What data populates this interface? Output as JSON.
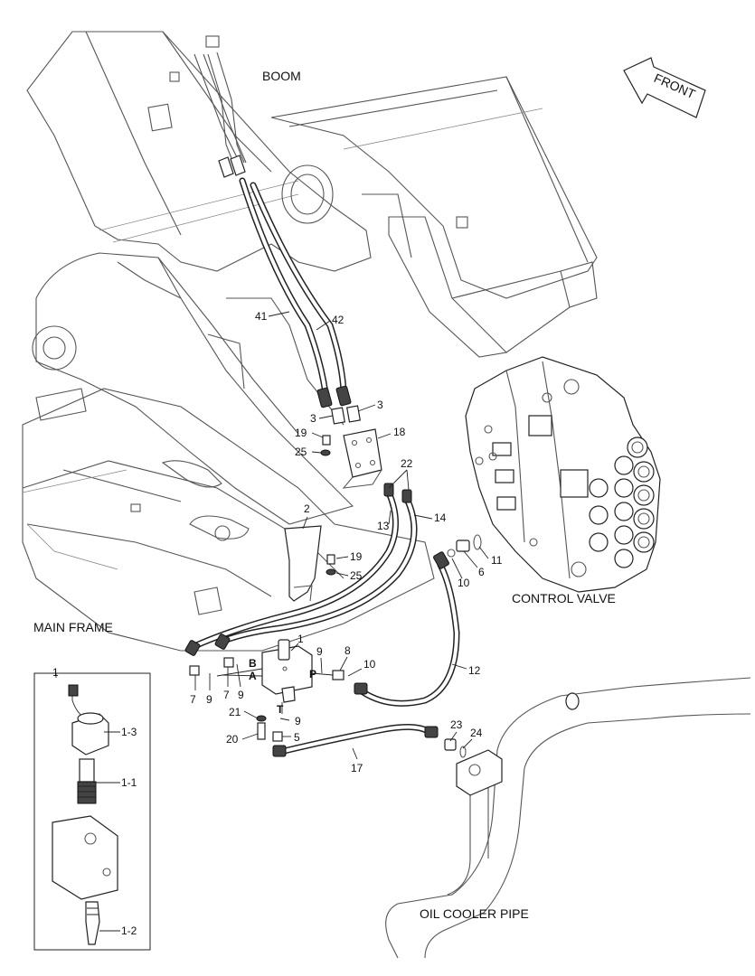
{
  "area_labels": {
    "boom": "BOOM",
    "front": "FRONT",
    "control_valve": "CONTROL VALVE",
    "main_frame": "MAIN FRAME",
    "oil_cooler_pipe": "OIL COOLER PIPE"
  },
  "detail_box": {
    "label": "1"
  },
  "callouts": {
    "c41": "41",
    "c42": "42",
    "c3a": "3",
    "c3b": "3",
    "c19a": "19",
    "c25a": "25",
    "c18": "18",
    "c22": "22",
    "c13": "13",
    "c14": "14",
    "c11": "11",
    "c6": "6",
    "c10a": "10",
    "c2": "2",
    "c19b": "19",
    "c25b": "25",
    "c1": "1",
    "c9a": "9",
    "c8": "8",
    "c10b": "10",
    "c12": "12",
    "c7a": "7",
    "c9b": "9",
    "c7b": "7",
    "c9c": "9",
    "c21": "21",
    "c9d": "9",
    "c20": "20",
    "c5": "5",
    "c17": "17",
    "c23": "23",
    "c24": "24",
    "c1_3": "1-3",
    "c1_1": "1-1",
    "c1_2": "1-2"
  },
  "port_labels": {
    "b": "B",
    "a": "A",
    "p": "P",
    "t": "T"
  }
}
